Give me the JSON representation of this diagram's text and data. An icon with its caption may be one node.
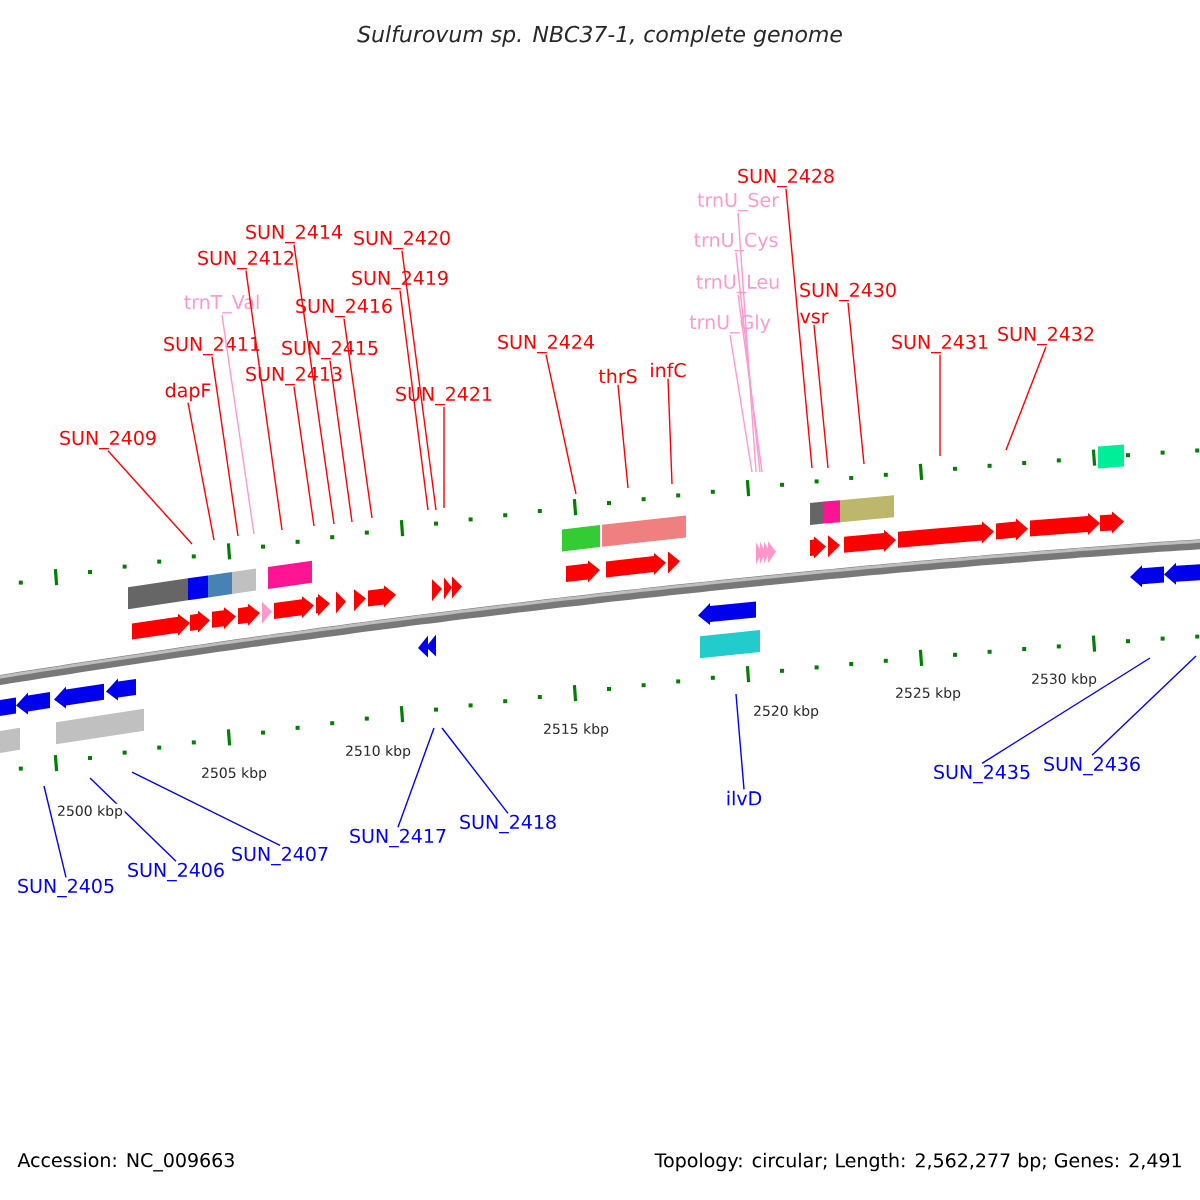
{
  "diagram": {
    "title": "Sulfurovum sp. NBC37-1, complete genome",
    "nodes": [
      {
        "text": [
          "SUN_2409"
        ]
      },
      {
        "text": [
          "dapF"
        ]
      },
      {
        "text": [
          "SUN_2411"
        ]
      },
      {
        "text": [
          "trnT_Val"
        ]
      },
      {
        "text": [
          "SUN_2412"
        ]
      },
      {
        "text": [
          "SUN_2413"
        ]
      },
      {
        "text": [
          "SUN_2414"
        ]
      },
      {
        "text": [
          "SUN_2415"
        ]
      },
      {
        "text": [
          "SUN_2416"
        ]
      },
      {
        "text": [
          "SUN_2419"
        ]
      },
      {
        "text": [
          "SUN_2420"
        ]
      },
      {
        "text": [
          "SUN_2421"
        ]
      },
      {
        "text": [
          "SUN_2424"
        ]
      },
      {
        "text": [
          "thrS"
        ]
      },
      {
        "text": [
          "infC"
        ]
      },
      {
        "text": [
          "trnU_Ser"
        ]
      },
      {
        "text": [
          "trnU_Cys"
        ]
      },
      {
        "text": [
          "trnU_Leu"
        ]
      },
      {
        "text": [
          "trnU_Gly"
        ]
      },
      {
        "text": [
          "SUN_2428"
        ]
      },
      {
        "text": [
          "vsr"
        ]
      },
      {
        "text": [
          "SUN_2430"
        ]
      },
      {
        "text": [
          "SUN_2431"
        ]
      },
      {
        "text": [
          "SUN_2432"
        ]
      },
      {
        "text": [
          "SUN_2405"
        ]
      },
      {
        "text": [
          "SUN_2406"
        ]
      },
      {
        "text": [
          "SUN_2407"
        ]
      },
      {
        "text": [
          "SUN_2417"
        ]
      },
      {
        "text": [
          "SUN_2418"
        ]
      },
      {
        "text": [
          "ilvD"
        ]
      },
      {
        "text": [
          "SUN_2435"
        ]
      },
      {
        "text": [
          "SUN_2436"
        ]
      }
    ],
    "edges": [
      {
        "from": 0,
        "to": null,
        "arrow": "none"
      },
      {
        "from": 1,
        "to": null,
        "arrow": "none"
      },
      {
        "from": 2,
        "to": null,
        "arrow": "none"
      },
      {
        "from": 3,
        "to": null,
        "arrow": "none",
        "color": "#ff99cc"
      },
      {
        "from": 4,
        "to": null,
        "arrow": "none"
      },
      {
        "from": 5,
        "to": null,
        "arrow": "none"
      },
      {
        "from": 6,
        "to": null,
        "arrow": "none"
      },
      {
        "from": 7,
        "to": null,
        "arrow": "none"
      },
      {
        "from": 8,
        "to": null,
        "arrow": "none"
      },
      {
        "from": 9,
        "to": null,
        "arrow": "none"
      },
      {
        "from": 10,
        "to": null,
        "arrow": "none"
      },
      {
        "from": 11,
        "to": null,
        "arrow": "none"
      },
      {
        "from": 12,
        "to": null,
        "arrow": "none"
      },
      {
        "from": 13,
        "to": null,
        "arrow": "none"
      },
      {
        "from": 14,
        "to": null,
        "arrow": "none"
      },
      {
        "from": 15,
        "to": null,
        "arrow": "none",
        "color": "#ff99cc"
      },
      {
        "from": 16,
        "to": null,
        "arrow": "none",
        "color": "#ff99cc"
      },
      {
        "from": 17,
        "to": null,
        "arrow": "none",
        "color": "#ff99cc"
      },
      {
        "from": 18,
        "to": null,
        "arrow": "none",
        "color": "#ff99cc"
      },
      {
        "from": 19,
        "to": null,
        "arrow": "none"
      },
      {
        "from": 20,
        "to": null,
        "arrow": "none"
      },
      {
        "from": 21,
        "to": null,
        "arrow": "none"
      },
      {
        "from": 22,
        "to": null,
        "arrow": "none"
      },
      {
        "from": 23,
        "to": null,
        "arrow": "none"
      },
      {
        "from": 24,
        "to": null,
        "arrow": "none",
        "color": "#0000ff"
      },
      {
        "from": 25,
        "to": null,
        "arrow": "none",
        "color": "#0000ff"
      },
      {
        "from": 26,
        "to": null,
        "arrow": "none",
        "color": "#0000ff"
      },
      {
        "from": 27,
        "to": null,
        "arrow": "none",
        "color": "#0000ff"
      },
      {
        "from": 28,
        "to": null,
        "arrow": "none",
        "color": "#0000ff"
      },
      {
        "from": 29,
        "to": null,
        "arrow": "none",
        "color": "#0000ff"
      },
      {
        "from": 30,
        "to": null,
        "arrow": "none",
        "color": "#0000ff"
      },
      {
        "from": 31,
        "to": null,
        "arrow": "none",
        "color": "#0000ff"
      }
    ],
    "labels": [
      "2500 kbp",
      "2505 kbp",
      "2510 kbp",
      "2515 kbp",
      "2520 kbp",
      "2525 kbp",
      "2530 kbp",
      "Accession: NC_009663",
      "Topology: circular; Length: 2,562,277 bp; Genes: 2,491"
    ]
  }
}
